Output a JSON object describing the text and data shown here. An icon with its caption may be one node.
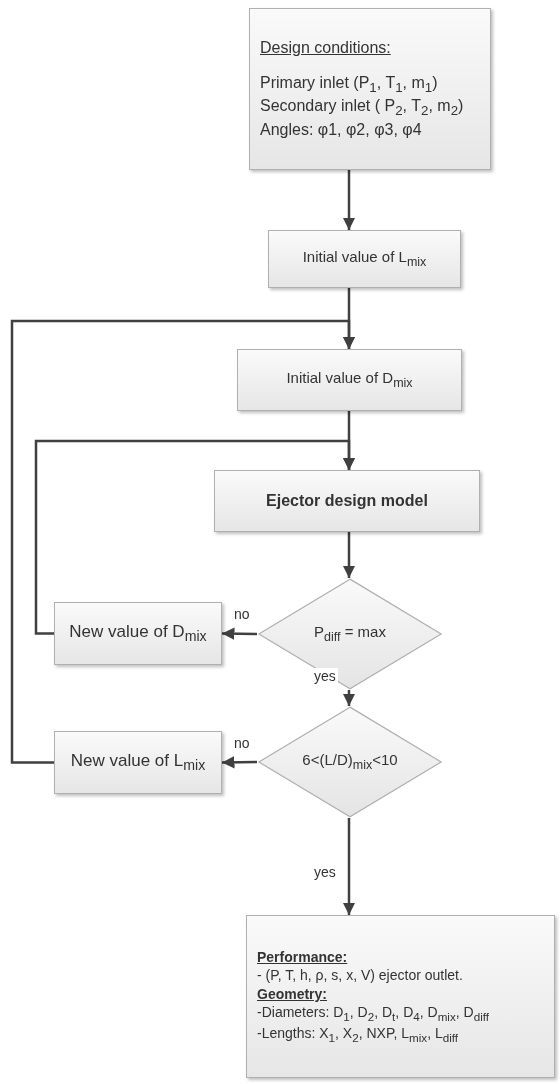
{
  "diagram": {
    "nodes": [
      {
        "text": [
          "Design conditions:",
          "Primary inlet (P$_{1}$, T$_{1}$, m$_{1}$)",
          "Secondary inlet ( P$_{2}$, T$_{2}$, m$_{2}$)",
          "Angles: φ1, φ2, φ3, φ4"
        ]
      },
      {
        "text": [
          "Initial value of L$_{mix}$"
        ]
      },
      {
        "text": [
          "Initial value of D$_{mix}$"
        ]
      },
      {
        "text": [
          "Ejector design model"
        ]
      },
      {
        "text": [
          "P$_{diff}$ = max"
        ]
      },
      {
        "text": [
          "New value of D$_{mix}$"
        ]
      },
      {
        "text": [
          "6<(L/D)$_{mix}$<10"
        ]
      },
      {
        "text": [
          "New value of L$_{mix}$"
        ]
      },
      {
        "text": [
          "Performance:",
          "- (P, T, h, ρ, s, x, V) ejector outlet.",
          "Geometry:",
          "-Diameters: D$_{1}$, D$_{2}$, D$_{t}$, D$_{4}$, D$_{mix}$, D$_{diff}$",
          "-Lengths: X$_{1}$, X$_{2}$, NXP, L$_{mix}$, L$_{diff}$"
        ]
      }
    ],
    "edges": [
      {
        "from": 0,
        "to": 1,
        "arrow": "to"
      },
      {
        "from": 1,
        "to": 2,
        "arrow": "to"
      },
      {
        "from": 2,
        "to": 3,
        "arrow": "to"
      },
      {
        "from": 3,
        "to": 4,
        "arrow": "to"
      },
      {
        "from": 4,
        "to": 5,
        "arrow": "to",
        "label": "no"
      },
      {
        "from": 5,
        "to": 3,
        "arrow": "to"
      },
      {
        "from": 4,
        "to": 6,
        "arrow": "to",
        "label": "yes"
      },
      {
        "from": 6,
        "to": 7,
        "arrow": "to",
        "label": "no"
      },
      {
        "from": 7,
        "to": 2,
        "arrow": "to"
      },
      {
        "from": 6,
        "to": 8,
        "arrow": "to",
        "label": "yes"
      }
    ]
  }
}
